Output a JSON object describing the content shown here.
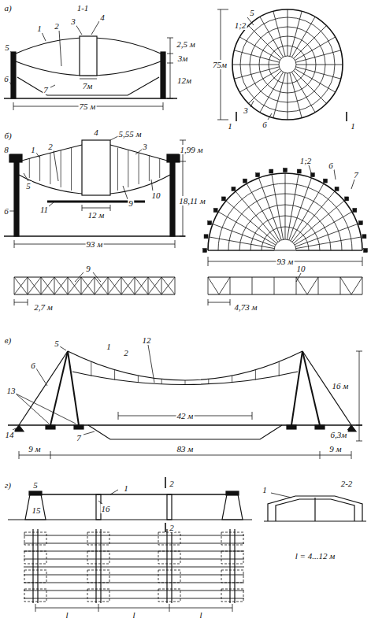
{
  "diagram": {
    "labels": [
      "а)",
      "1-1",
      "5",
      "1",
      "2",
      "3",
      "4",
      "2,5 м",
      "3м",
      "12м",
      "7м",
      "6",
      "7",
      "75 м",
      "1",
      "1",
      "5",
      "1;2",
      "3",
      "6",
      "75м",
      "б)",
      "8",
      "1",
      "2",
      "4",
      "3",
      "1,99 м",
      "5,55 м",
      "18,11 м",
      "5",
      "6",
      "11",
      "9",
      "10",
      "12 м",
      "93 м",
      "1;2",
      "6",
      "7",
      "93 м",
      "9",
      "2,7 м",
      "10",
      "4,73 м",
      "в)",
      "5",
      "1",
      "2",
      "12",
      "6",
      "13",
      "14",
      "7",
      "16 м",
      "6,3м",
      "42 м",
      "9 м",
      "83 м",
      "9 м",
      "г)",
      "5",
      "1",
      "2",
      "2",
      "15",
      "16",
      "2-2",
      "1",
      "l = 4...12 м",
      "l",
      "l",
      "l"
    ]
  }
}
